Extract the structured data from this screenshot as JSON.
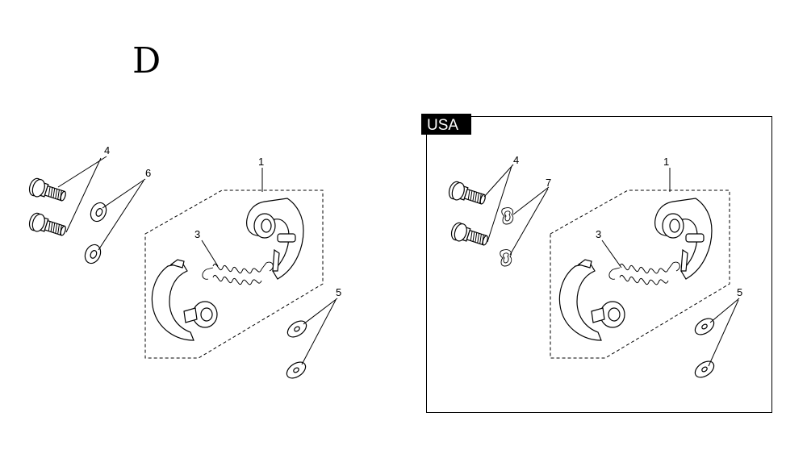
{
  "diagram": {
    "section_letter": "D",
    "usa_tag": "USA",
    "left_group": {
      "callouts": {
        "bolt": "4",
        "washer_large": "6",
        "clutch": "1",
        "spring": "3",
        "washer_small": "5"
      }
    },
    "right_group": {
      "callouts": {
        "bolt": "4",
        "clip": "7",
        "clutch": "1",
        "spring": "3",
        "washer_small": "5"
      }
    },
    "colors": {
      "line": "#000000",
      "tag_background": "#000000",
      "tag_text": "#ffffff"
    }
  }
}
